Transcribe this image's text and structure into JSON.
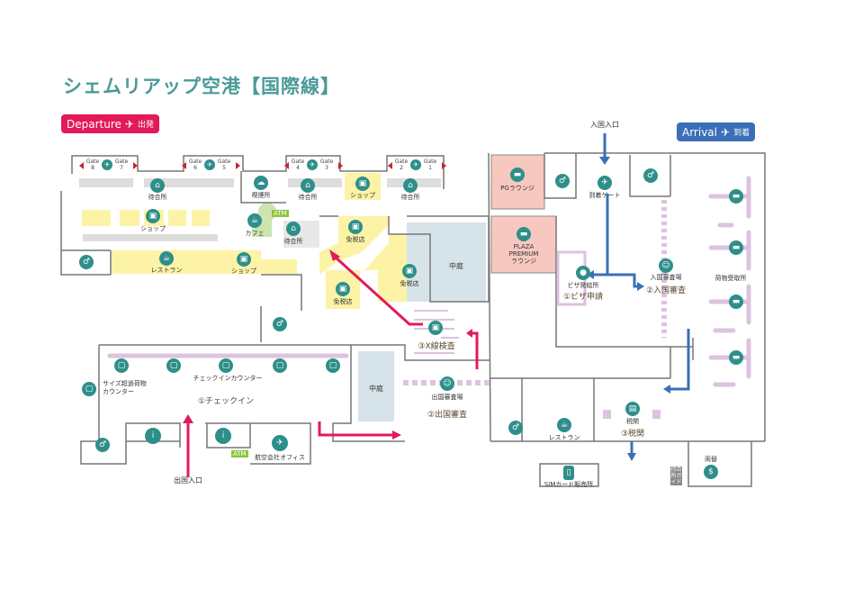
{
  "title": "シェムリアップ空港【国際線】",
  "departure_badge": {
    "label": "Departure",
    "sub": "出発",
    "icon": "airplane-takeoff-icon",
    "color": "#e3195a"
  },
  "arrival_badge": {
    "label": "Arrival",
    "sub": "到着",
    "icon": "airplane-landing-icon",
    "color": "#3a6fb8"
  },
  "entrances": {
    "departure": "出国入口",
    "arrival": "入国入口"
  },
  "gates": [
    {
      "left": "Gate 8",
      "right": "Gate 7"
    },
    {
      "left": "Gate 6",
      "right": "Gate 5"
    },
    {
      "left": "Gate 4",
      "right": "Gate 3"
    },
    {
      "left": "Gate 2",
      "right": "Gate 1"
    }
  ],
  "gate_word": "Gate",
  "gate_nums": [
    "8",
    "7",
    "6",
    "5",
    "4",
    "3",
    "2",
    "1"
  ],
  "areas": {
    "waiting": "待合所",
    "smoking": "喫煙所",
    "shop": "ショップ",
    "cafe": "カフェ",
    "atm": "ATM",
    "restaurant": "レストラン",
    "duty_free": "免税店",
    "courtyard": "中庭",
    "pg_lounge": "PGラウンジ",
    "plaza_premium_1": "PLAZA",
    "plaza_premium_2": "PREMIUM",
    "plaza_premium_3": "ラウンジ",
    "arrival_gate": "到着ゲート",
    "visa_office": "ビザ発給所",
    "visa_step": "①ビザ申請",
    "immigration_area": "入国審査場",
    "immigration_step": "②入国審査",
    "baggage_claim": "荷物受取所",
    "checkin_counter": "チェックインカウンター",
    "checkin_step": "①チェックイン",
    "oversize_1": "サイズ超過荷物",
    "oversize_2": "カウンター",
    "emigration_area": "出国審査場",
    "emigration_step": "②出国審査",
    "xray_step": "③X線検査",
    "airline_office": "航空会社オフィス",
    "sim": "SIMカード販売所",
    "customs": "税関",
    "customs_step": "③税関",
    "exchange": "両替",
    "guide_waiting": "待合所ガイド"
  },
  "colors": {
    "accent_teal": "#2e8f8a",
    "departure_route": "#e3195a",
    "arrival_route": "#3a6fb8",
    "shop_yellow": "#fcf3a6",
    "lounge_pink": "#f6c8c0",
    "courtyard_blue": "#d6e4ea",
    "lane_lavender": "#dcc3df",
    "atm_green": "#8cc63f"
  }
}
